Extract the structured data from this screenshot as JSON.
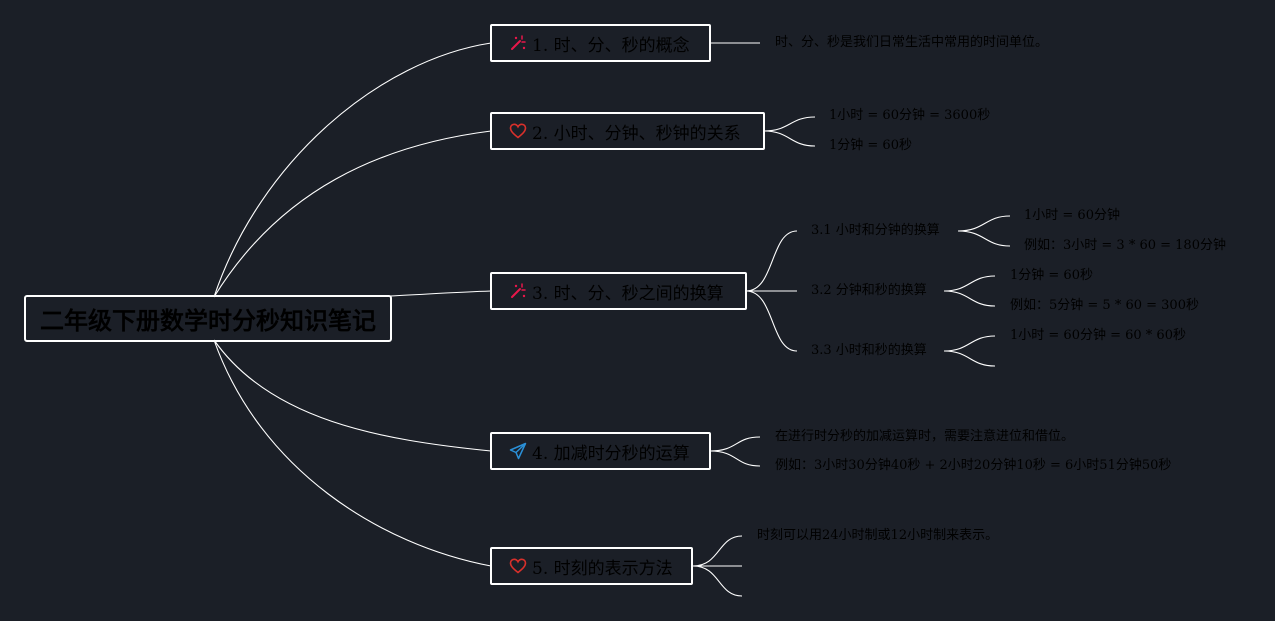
{
  "root": {
    "title": "二年级下册数学时分秒知识笔记"
  },
  "topics": [
    {
      "icon": "magic-wand-icon",
      "label": "1. 时、分、秒的概念",
      "leaves": [
        "时、分、秒是我们日常生活中常用的时间单位。"
      ]
    },
    {
      "icon": "heart-icon",
      "label": "2. 小时、分钟、秒钟的关系",
      "leaves": [
        "1小时 = 60分钟 = 3600秒",
        "1分钟 = 60秒"
      ]
    },
    {
      "icon": "magic-wand-icon",
      "label": "3. 时、分、秒之间的换算",
      "subs": [
        {
          "label": "3.1 小时和分钟的换算",
          "leaves": [
            "1小时 = 60分钟",
            "例如：3小时 = 3 * 60 = 180分钟"
          ]
        },
        {
          "label": "3.2 分钟和秒的换算",
          "leaves": [
            "1分钟 = 60秒",
            "例如：5分钟 = 5 * 60 = 300秒"
          ]
        },
        {
          "label": "3.3 小时和秒的换算",
          "leaves": [
            "1小时 = 60分钟 = 60 * 60秒",
            ""
          ]
        }
      ]
    },
    {
      "icon": "paper-plane-icon",
      "label": "4. 加减时分秒的运算",
      "leaves": [
        "在进行时分秒的加减运算时，需要注意进位和借位。",
        "例如：3小时30分钟40秒 + 2小时20分钟10秒 = 6小时51分钟50秒"
      ]
    },
    {
      "icon": "heart-icon",
      "label": "5. 时刻的表示方法",
      "leaves": [
        "时刻可以用24小时制或12小时制来表示。",
        "",
        ""
      ]
    }
  ],
  "colors": {
    "background": "#1b1f27",
    "line": "#ffffff",
    "node_border": "#ffffff",
    "text": "#000000",
    "magic_wand": "#e8174a",
    "heart": "#d9302b",
    "paper_plane": "#2a8fd6"
  }
}
